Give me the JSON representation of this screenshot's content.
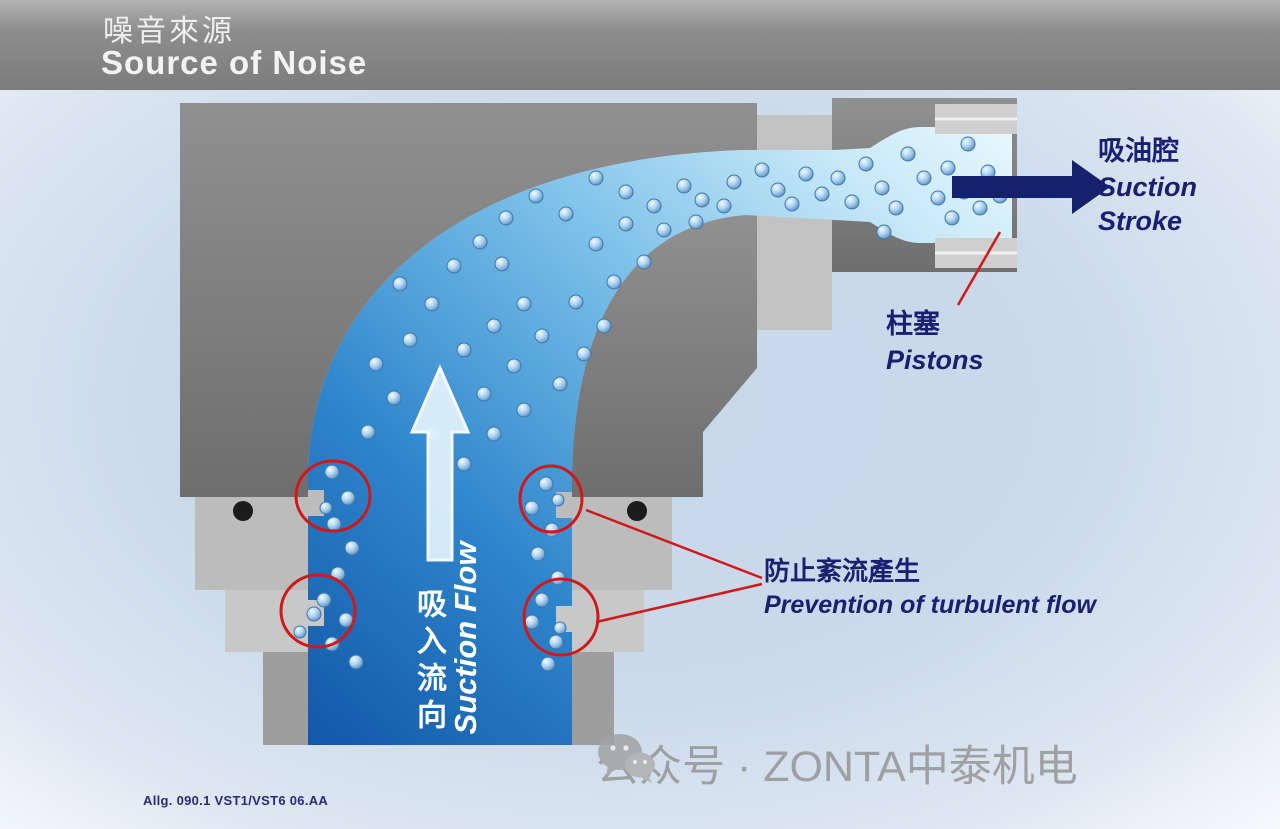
{
  "header": {
    "title_zh": "噪音來源",
    "title_en": "Source of Noise"
  },
  "annotations": {
    "suction_stroke": {
      "zh": "吸油腔",
      "en_line1": "Suction",
      "en_line2": "Stroke"
    },
    "pistons": {
      "zh": "柱塞",
      "en": "Pistons"
    },
    "turbulence": {
      "zh": "防止紊流產生",
      "en": "Prevention of turbulent flow"
    },
    "flow_direction": {
      "zh": "吸入流向",
      "en": "Suction Flow"
    }
  },
  "footer": {
    "doc_ref": "Allg. 090.1 VST1/VST6 06.AA"
  },
  "watermark": {
    "label": "公众号 · ZONTA中泰机电"
  },
  "colors": {
    "accent_navy": "#1a1f71",
    "annotation_red": "#d01818",
    "flow_blue_dark": "#1257a8",
    "flow_blue_light": "#e8f7fd",
    "body_gray": "#7c7c7c"
  }
}
